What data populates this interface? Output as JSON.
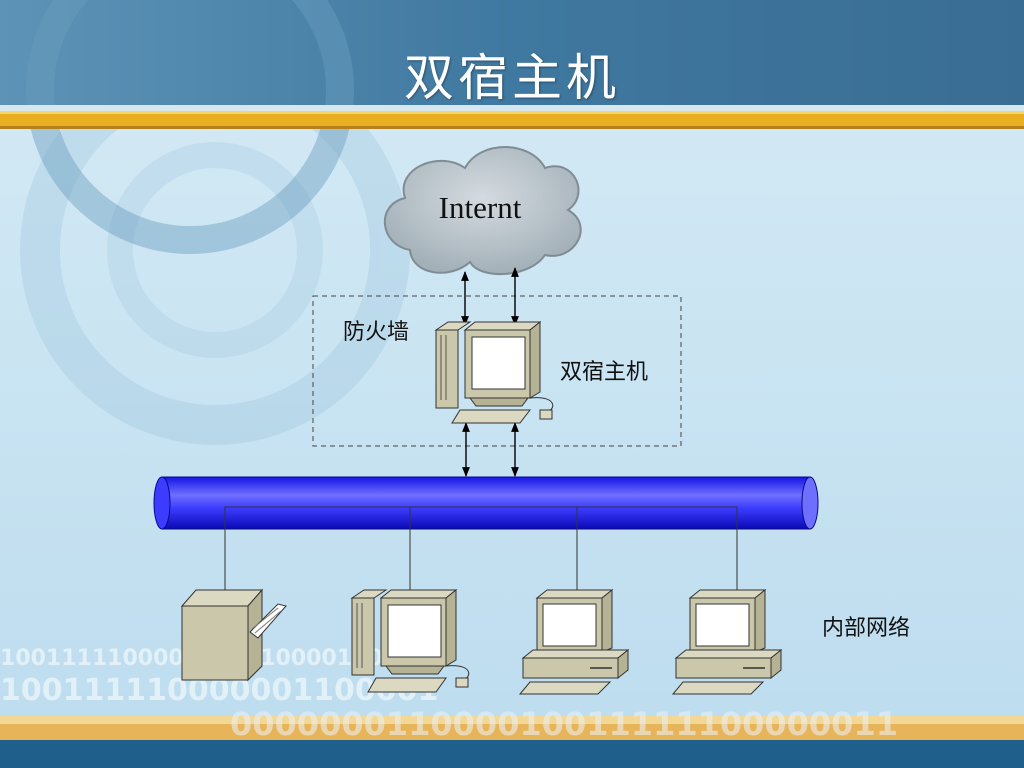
{
  "title": "双宿主机",
  "cloud": {
    "label": "Internt"
  },
  "firewall": {
    "label": "防火墙",
    "host_label": "双宿主机"
  },
  "internal": {
    "label": "内部网络"
  },
  "background": {
    "binary_row_1": "10011111000000011100001100000",
    "binary_row_2": "100111110000001100001",
    "binary_row_3": "000000011000010011111100000011"
  },
  "colors": {
    "header": "#3f78a0",
    "gold_band": "#e8b020",
    "bus": "#3333ff",
    "page": "#cfe6f3",
    "bottom_bar": "#1f5f8b"
  }
}
